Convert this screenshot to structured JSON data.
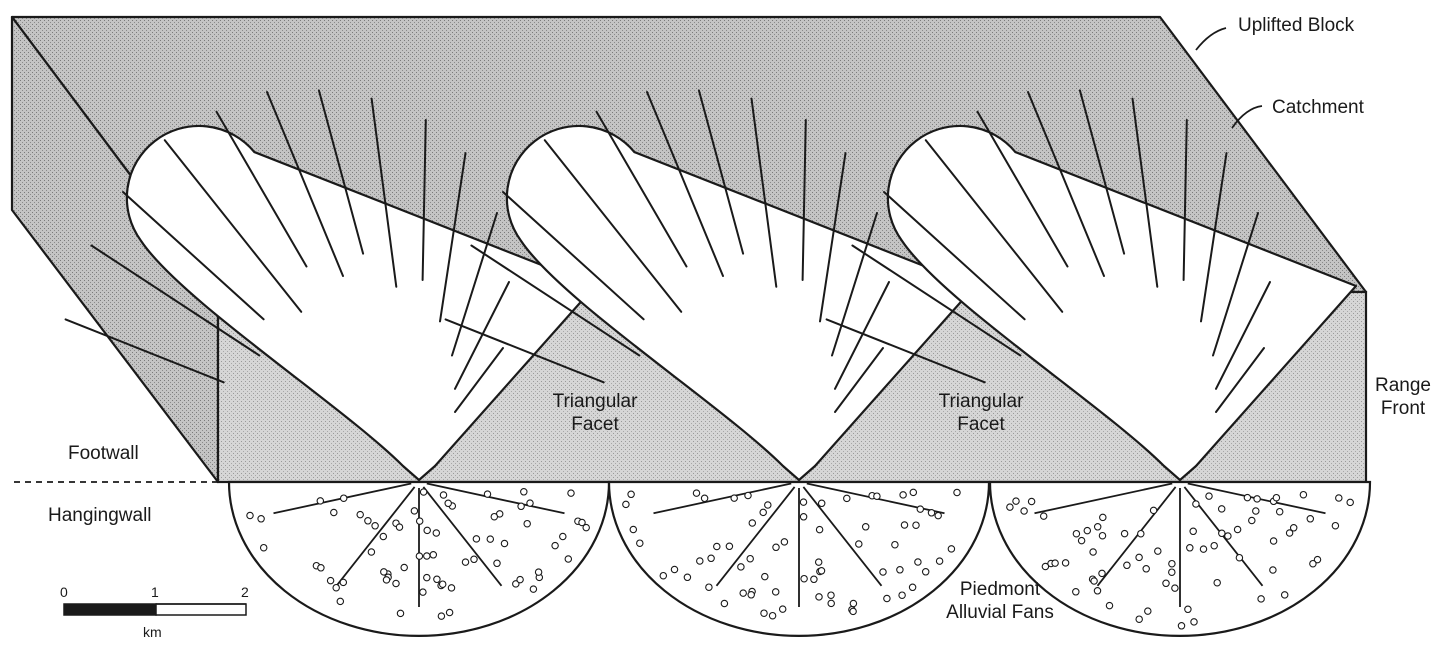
{
  "labels": {
    "uplifted_block": "Uplifted Block",
    "catchment": "Catchment",
    "range_front_1": "Range",
    "range_front_2": "Front",
    "facet_1_line1": "Triangular",
    "facet_1_line2": "Facet",
    "facet_2_line1": "Triangular",
    "facet_2_line2": "Facet",
    "footwall": "Footwall",
    "hangingwall": "Hangingwall",
    "piedmont_1": "Piedmont",
    "piedmont_2": "Alluvial Fans"
  },
  "scale_bar": {
    "ticks": [
      "0",
      "1",
      "2"
    ],
    "unit": "km"
  },
  "colors": {
    "stipple_fill": "#c9c9c9",
    "outline": "#1a1a1a",
    "catchment_fill": "#ffffff"
  }
}
